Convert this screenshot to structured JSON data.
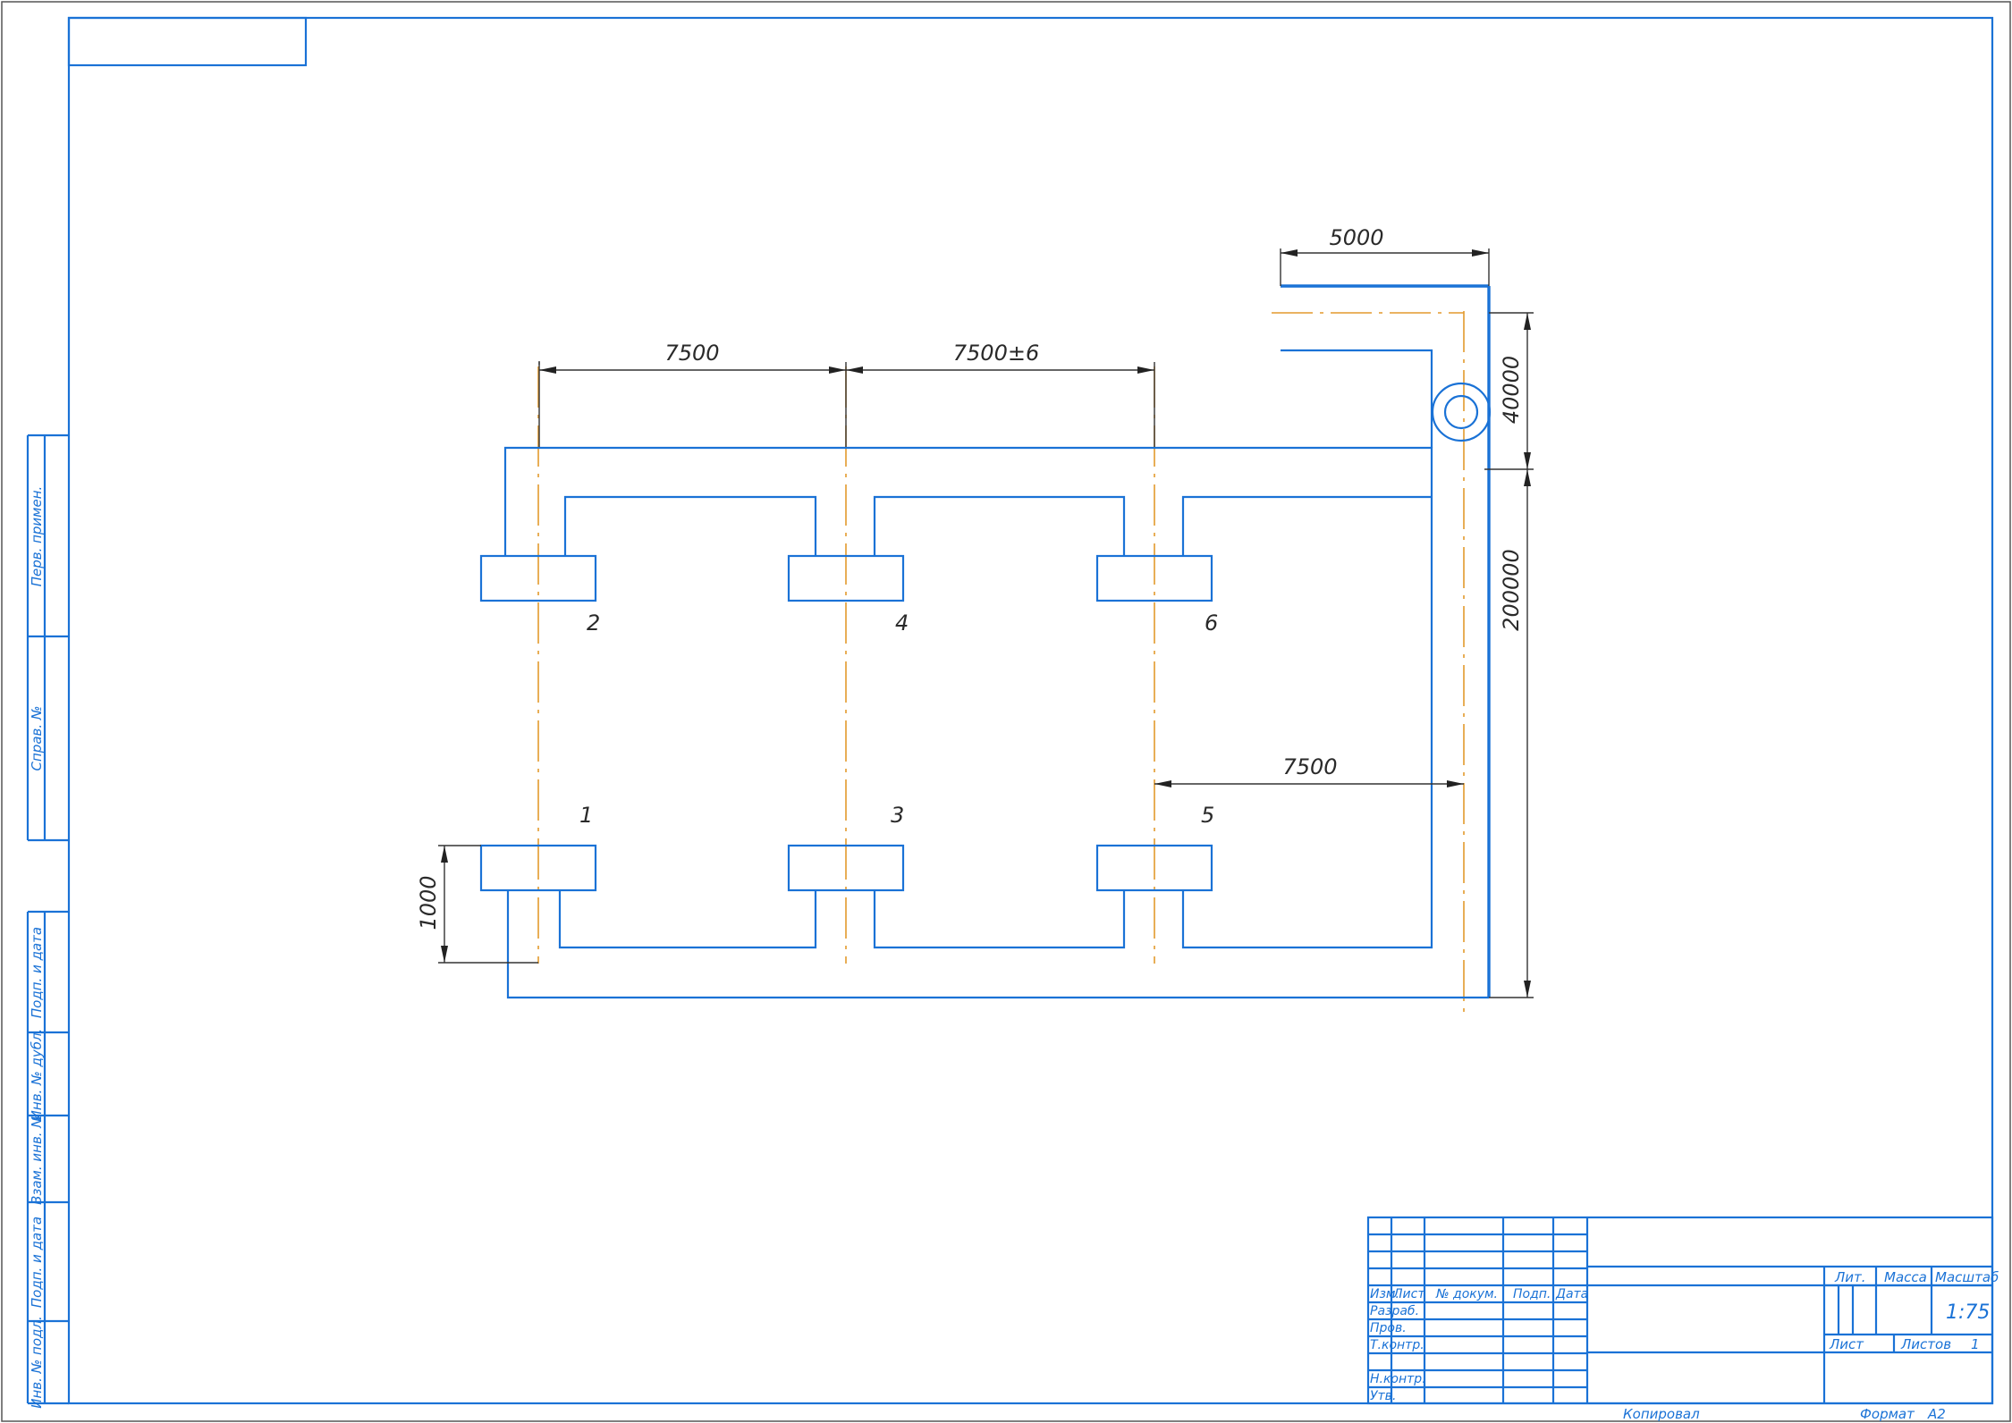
{
  "colors": {
    "line": "#1a72d6",
    "axis": "#e39a2d",
    "dimension": "#333333"
  },
  "dimensions": {
    "top_left": "7500",
    "top_right": "7500±6",
    "top_corner": "5000",
    "middle": "7500",
    "left_vertical": "1000",
    "right_upper": "40000",
    "right_lower": "200000"
  },
  "supports": [
    {
      "label": "2"
    },
    {
      "label": "4"
    },
    {
      "label": "6"
    },
    {
      "label": "1"
    },
    {
      "label": "3"
    },
    {
      "label": "5"
    }
  ],
  "side_stamp": [
    "Перв. примен.",
    "Справ. №",
    "Подп. и дата",
    "Инв. № дубл.",
    "Взам. инв. №",
    "Подп. и дата",
    "Инв. № подл."
  ],
  "title_block": {
    "col_headers": [
      "Изм.",
      "Лист",
      "№ докум.",
      "Подп.",
      "Дата"
    ],
    "rows": [
      "Разраб.",
      "Пров.",
      "Т.контр.",
      "Н.контр.",
      "Утв."
    ],
    "lit": "Лит.",
    "mass": "Масса",
    "scale": "Масштаб",
    "scale_value": "1:75",
    "sheet": "Лист",
    "sheets": "Листов",
    "sheets_value": "1"
  },
  "footer": {
    "copied": "Копировал",
    "format": "Формат",
    "format_value": "A2"
  }
}
